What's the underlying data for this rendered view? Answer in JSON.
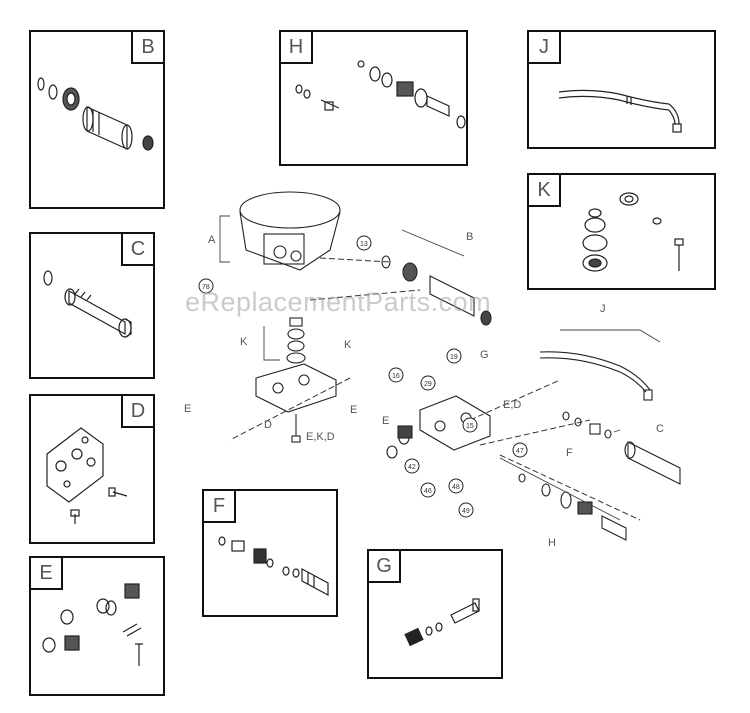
{
  "watermark": "eReplacementParts.com",
  "panels": {
    "B": "B",
    "C": "C",
    "D": "D",
    "E": "E",
    "F": "F",
    "G": "G",
    "H": "H",
    "J": "J",
    "K": "K"
  },
  "callouts": {
    "A": "A",
    "B": "B",
    "C": "C",
    "D": "D",
    "E1": "E",
    "E2": "E",
    "E3": "E",
    "EKD": "E,K,D",
    "ED": "E,D",
    "F": "F",
    "G": "G",
    "H": "H",
    "J": "J",
    "K1": "K",
    "K2": "K"
  },
  "part_numbers": [
    "13",
    "78",
    "19",
    "29",
    "16",
    "15",
    "42",
    "47",
    "46",
    "48",
    "49"
  ]
}
